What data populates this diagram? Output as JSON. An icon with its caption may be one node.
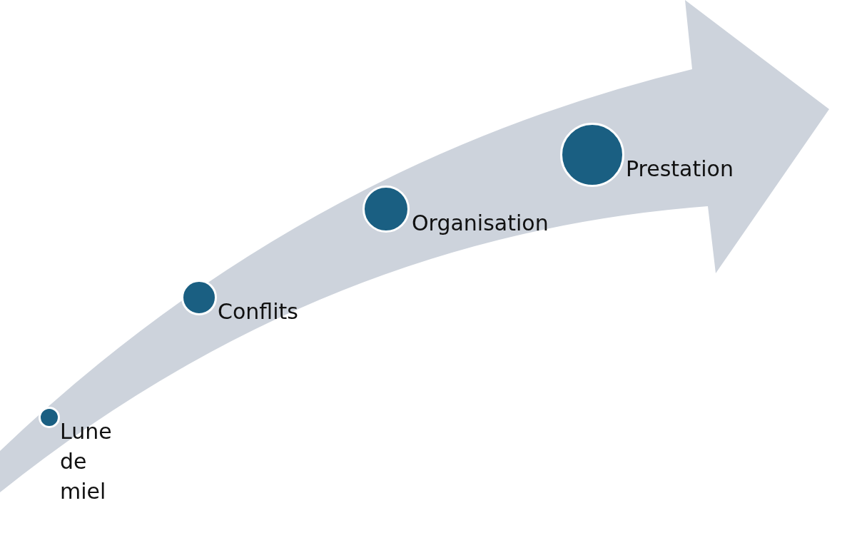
{
  "diagram": {
    "nodes": [
      {
        "text": [],
        "shape": "circle",
        "beside": [
          "Lune de miel"
        ]
      },
      {
        "text": [],
        "shape": "circle",
        "beside": [
          "Conflits"
        ]
      },
      {
        "text": [],
        "shape": "circle",
        "beside": [
          "Organisation"
        ]
      },
      {
        "text": [],
        "shape": "circle",
        "beside": [
          "Prestation"
        ]
      }
    ]
  }
}
